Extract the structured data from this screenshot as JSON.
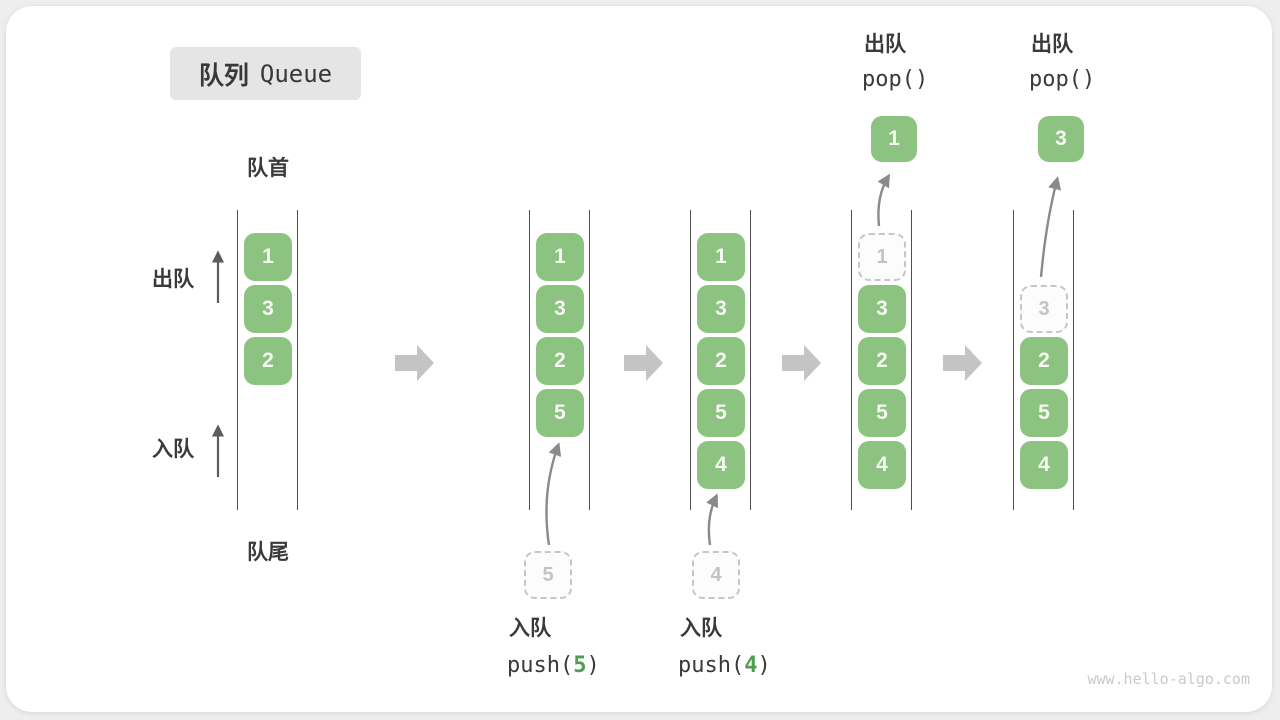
{
  "title": {
    "zh": "队列",
    "en": "Queue"
  },
  "side_labels": {
    "front": "队首",
    "rear": "队尾",
    "dequeue": "出队",
    "enqueue": "入队"
  },
  "states": [
    {
      "cells": [
        "1",
        "3",
        "2"
      ]
    },
    {
      "cells": [
        "1",
        "3",
        "2",
        "5"
      ]
    },
    {
      "cells": [
        "1",
        "3",
        "2",
        "5",
        "4"
      ]
    },
    {
      "cells": [
        "3",
        "2",
        "5",
        "4"
      ],
      "ghost": "1",
      "popped": "1"
    },
    {
      "cells": [
        "2",
        "5",
        "4"
      ],
      "ghost": "3",
      "popped": "3"
    }
  ],
  "operations": {
    "enqueue1": {
      "label": "入队",
      "fn_open": "push(",
      "arg": "5",
      "fn_close": ")",
      "staged": "5"
    },
    "enqueue2": {
      "label": "入队",
      "fn_open": "push(",
      "arg": "4",
      "fn_close": ")",
      "staged": "4"
    },
    "dequeue1": {
      "label": "出队",
      "fn": "pop()"
    },
    "dequeue2": {
      "label": "出队",
      "fn": "pop()"
    }
  },
  "watermark": "www.hello-algo.com",
  "colors": {
    "box_green": "#8cc380",
    "arg_green": "#4f9e4f",
    "block_arrow": "#c4c4c4",
    "curve_arrow": "#8a8a8a",
    "side_arrow": "#5c5c5c"
  }
}
